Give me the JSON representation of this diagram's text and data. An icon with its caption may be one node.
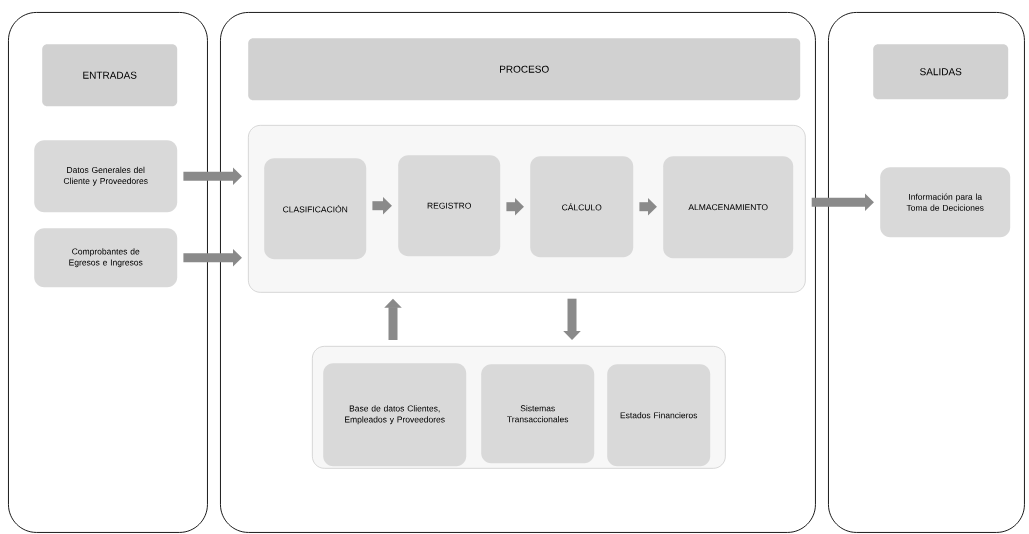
{
  "diagram": {
    "nodes": [
      {
        "text": [],
        "shape": "box"
      },
      {
        "text": [
          "ENTRADAS"
        ],
        "in": 0
      },
      {
        "text": [
          "Datos Generales del Cliente y Proveedores"
        ],
        "in": 0
      },
      {
        "text": [
          "Comprobantes de Egresos e Ingresos"
        ],
        "in": 0
      },
      {
        "text": [],
        "shape": "box"
      },
      {
        "text": [
          "PROCESO"
        ],
        "in": 4
      },
      {
        "text": [],
        "shape": "box",
        "in": 4
      },
      {
        "text": [
          "CLASIFICACIÓN"
        ],
        "in": 6
      },
      {
        "text": [
          "REGISTRO"
        ],
        "in": 6
      },
      {
        "text": [
          "CÁLCULO"
        ],
        "in": 6
      },
      {
        "text": [
          "ALMACENAMIENTO"
        ],
        "in": 6
      },
      {
        "text": [],
        "shape": "box",
        "in": 4
      },
      {
        "text": [
          "Base de datos Clientes, Empleados y Proveedores"
        ],
        "in": 11
      },
      {
        "text": [
          "Sistemas Transaccionales"
        ],
        "in": 11
      },
      {
        "text": [
          "Estados Financieros"
        ],
        "in": 11
      },
      {
        "text": [],
        "shape": "box"
      },
      {
        "text": [
          "SALIDAS"
        ],
        "in": 15
      },
      {
        "text": [
          "Información para la Toma de Deciciones"
        ],
        "in": 15
      }
    ],
    "edges": [
      {
        "from": 2,
        "to": 6,
        "arrow": "to"
      },
      {
        "from": 3,
        "to": 6,
        "arrow": "to"
      },
      {
        "from": 7,
        "to": 8,
        "arrow": "to"
      },
      {
        "from": 8,
        "to": 9,
        "arrow": "to"
      },
      {
        "from": 9,
        "to": 10,
        "arrow": "to"
      },
      {
        "from": 6,
        "to": 17,
        "arrow": "to"
      },
      {
        "from": 11,
        "to": 6,
        "arrow": "to"
      },
      {
        "from": 6,
        "to": 11,
        "arrow": "to"
      }
    ]
  }
}
